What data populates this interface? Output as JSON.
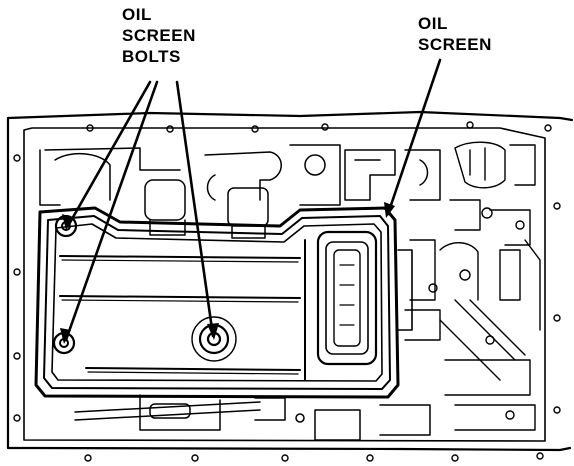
{
  "labels": {
    "oil_screen_bolts": [
      "OIL",
      "SCREEN",
      "BOLTS"
    ],
    "oil_screen": [
      "OIL",
      "SCREEN"
    ]
  },
  "colors": {
    "ink": "#000000",
    "paper": "#ffffff"
  }
}
